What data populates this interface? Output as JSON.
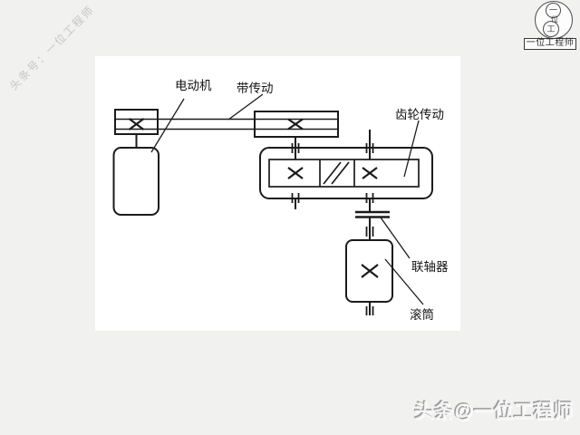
{
  "page": {
    "background_color": "#f1f1f0",
    "panel_color": "#ffffff",
    "ink_color": "#1b1b1b"
  },
  "watermarks": {
    "top_left_diagonal": "头条号：一位工程师",
    "bottom_right": "头条@一位工程师"
  },
  "logo": {
    "circle_top_char": "一",
    "circle_mid_char": "位",
    "circle_bottom_char": "工",
    "box_label": "一位工程师"
  },
  "diagram": {
    "labels": {
      "motor": "电动机",
      "belt_drive": "带传动",
      "gear_drive": "齿轮传动",
      "coupling": "联轴器",
      "drum": "滚筒"
    }
  }
}
